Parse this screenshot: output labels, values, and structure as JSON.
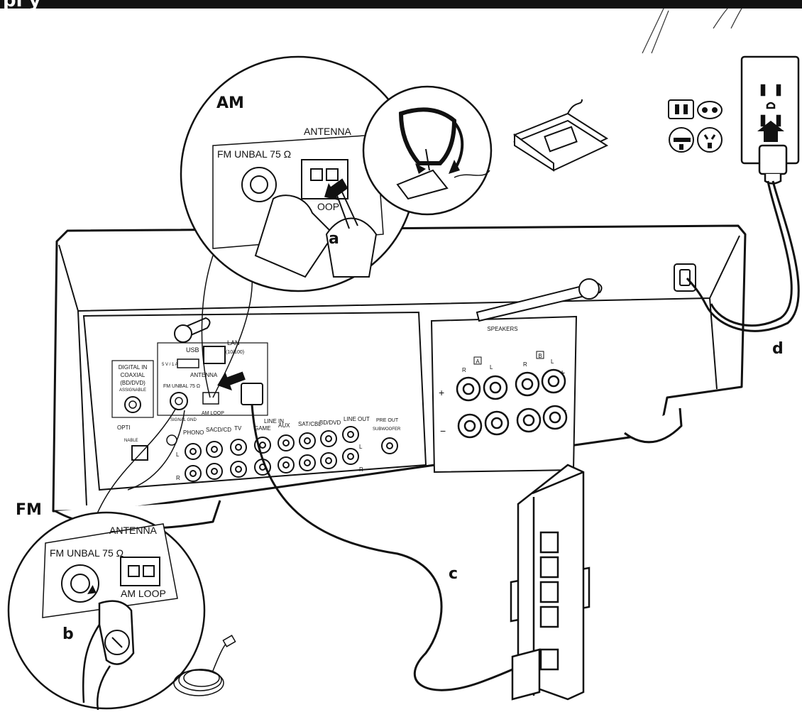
{
  "header": {
    "title_fragment": "pl y"
  },
  "callouts": {
    "am": "AM",
    "fm": "FM"
  },
  "steps": {
    "a": "a",
    "b": "b",
    "c": "c",
    "d": "d"
  },
  "am_zoom": {
    "antenna": "ANTENNA",
    "fm_unbal": "FM UNBAL 75 Ω",
    "loop": "OOP"
  },
  "fm_zoom": {
    "antenna": "ANTENNA",
    "fm_unbal": "FM UNBAL 75 Ω",
    "am_loop": "AM LOOP"
  },
  "panel": {
    "digital_in": "DIGITAL IN",
    "coaxial": "COAXIAL",
    "bd_dvd": "(BD/DVD)",
    "assignable": "ASSIGNABLE",
    "optical": "OPTI",
    "optical_assignable": "NABLE",
    "usb": "USB",
    "usb_power": "5 V / 1 A",
    "lan": "LAN",
    "lan_speed": "(10/100)",
    "antenna": "ANTENNA",
    "fm_unbal": "FM UNBAL 75 Ω",
    "am_loop": "AM LOOP",
    "signal_gnd": "SIGNAL GND",
    "phono": "PHONO",
    "sacd_cd": "SACD/CD",
    "tv": "TV",
    "line_in": "LINE IN",
    "game": "GAME",
    "aux": "AUX",
    "sat_cbl": "SAT/CBL",
    "bd_dvd2": "BD/DVD",
    "line_out": "LINE OUT",
    "pre_out": "PRE OUT",
    "subwoofer": "SUBWOOFER",
    "left": "L",
    "right": "R",
    "speakers": "SPEAKERS",
    "zone_a": "A",
    "zone_b": "B",
    "plus": "+",
    "minus": "−"
  }
}
